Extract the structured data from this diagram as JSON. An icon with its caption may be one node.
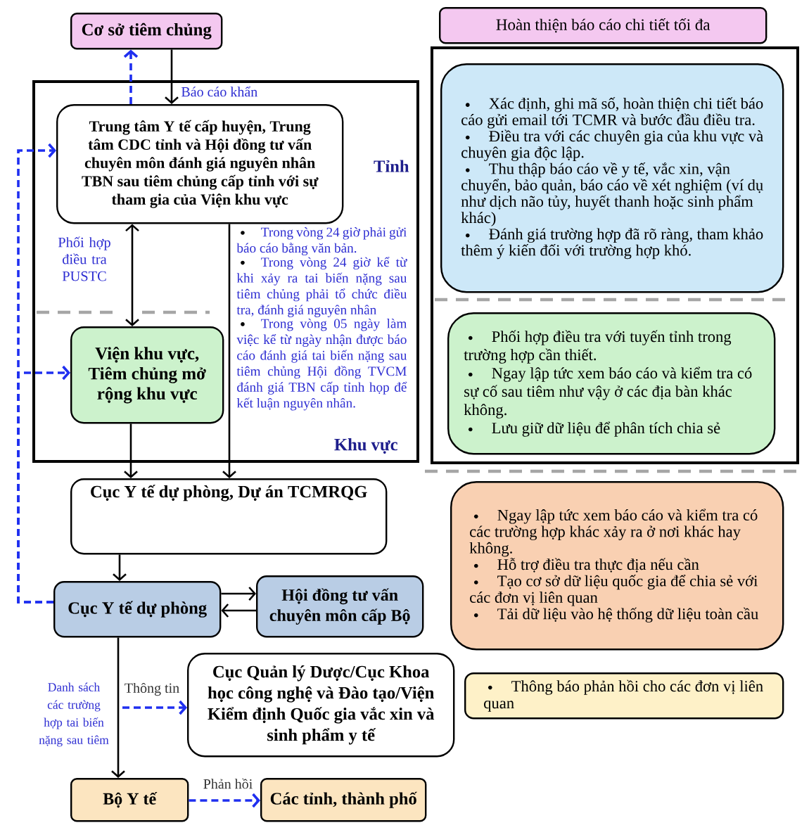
{
  "diagram": {
    "nodes": [
      {
        "text": [
          "Cơ sở tiêm chủng"
        ]
      },
      {
        "text": [
          "Tỉnh"
        ]
      },
      {
        "text": [
          "Trung tâm Y tế cấp huyện, Trung tâm CDC tỉnh và Hội đồng tư vấn chuyên môn đánh giá nguyên nhân TBN sau tiêm chủng cấp tỉnh với sự tham gia của Viện khu vực"
        ],
        "in": 1
      },
      {
        "text": [
          "Khu vực"
        ]
      },
      {
        "text": [
          "Viện khu vực, Tiêm chủng mở rộng khu vực"
        ],
        "in": 3
      },
      {
        "text": [
          "Cục Y tế dự phòng, Dự án TCMRQG"
        ]
      },
      {
        "text": [
          "Cục Y tế dự phòng"
        ]
      },
      {
        "text": [
          "Hội đồng tư vấn chuyên môn cấp Bộ"
        ]
      },
      {
        "text": [
          "Cục Quản lý Dược/Cục Khoa học công nghệ và Đào tạo/Viện Kiểm định Quốc gia vắc xin và sinh phẩm y tế"
        ]
      },
      {
        "text": [
          "Bộ Y tế"
        ]
      },
      {
        "text": [
          "Các tỉnh, thành phố"
        ]
      },
      {
        "text": [
          "Hoàn thiện báo cáo chi tiết tối đa"
        ]
      },
      {
        "text": [],
        "shape": "box"
      },
      {
        "text": [
          "Xác định, ghi mã số, hoàn thiện chi tiết báo cáo gửi email tới TCMR và bước đầu điều tra.",
          "Điều tra với các chuyên gia của khu vực và chuyên gia độc lập.",
          "Thu thập báo cáo về y tế, vắc xin, vận chuyển, bảo quản, báo cáo về xét nghiệm (ví dụ như dịch não tủy, huyết thanh hoặc sinh phẩm khác)",
          "Đánh giá trường hợp đã rõ ràng, tham khảo thêm ý kiến đối với trường hợp khó."
        ],
        "in": 12
      },
      {
        "text": [
          "Phối hợp điều tra với tuyến tỉnh trong trường hợp cần thiết.",
          "Ngay lập tức xem báo cáo và kiểm tra có sự cố sau tiêm như vậy ở các địa bàn khác không.",
          "Lưu giữ dữ liệu để phân tích chia sẻ"
        ],
        "in": 12
      },
      {
        "text": [
          "Ngay lập tức xem báo cáo và kiểm tra có các trường hợp khác xảy ra ở nơi khác hay không.",
          "Hỗ trợ điều tra thực địa nếu cần",
          "Tạo cơ sở dữ liệu quốc gia để chia sẻ với các đơn vị liên quan",
          "Tải dữ liệu vào hệ thống dữ liệu toàn cầu"
        ]
      },
      {
        "text": [
          "Thông báo phản hồi cho các đơn vị liên quan"
        ]
      }
    ],
    "edges": [
      {
        "from": 0,
        "to": 2,
        "arrow": "to",
        "label": "Báo cáo khẩn"
      },
      {
        "from": 2,
        "to": 0,
        "arrow": "to",
        "style": "dashed",
        "color": "#1f2ff0"
      },
      {
        "from": 4,
        "to": 2,
        "arrow": "both",
        "label": "Phối hợp điều tra PUSTC"
      },
      {
        "from": 2,
        "to": 5,
        "arrow": "to"
      },
      {
        "from": 4,
        "to": 5,
        "arrow": "to"
      },
      {
        "from": 5,
        "to": 6,
        "arrow": "to"
      },
      {
        "from": 6,
        "to": 7,
        "arrow": "to"
      },
      {
        "from": 7,
        "to": 6,
        "arrow": "to"
      },
      {
        "from": 6,
        "to": 9,
        "arrow": "to",
        "label": "Danh sách các trường hợp tai biến nặng sau tiêm"
      },
      {
        "from": null,
        "to": 8,
        "arrow": "to",
        "label": "Thông tin",
        "style": "dashed",
        "color": "#1f2ff0"
      },
      {
        "from": 9,
        "to": 10,
        "arrow": "to",
        "label": "Phản hồi",
        "style": "dashed",
        "color": "#1f2ff0"
      },
      {
        "from": 6,
        "to": 2,
        "arrow": "to",
        "style": "dashed",
        "color": "#1f2ff0"
      },
      {
        "from": 6,
        "to": 4,
        "arrow": "to",
        "style": "dashed",
        "color": "#1f2ff0"
      }
    ],
    "labels": [
      "Trong vòng 24 giờ phải gửi báo cáo bằng văn bản.",
      "Trong vòng 24 giờ kể từ khi xảy ra tai biến nặng sau tiêm chủng phải tổ chức điều tra, đánh giá nguyên nhân",
      "Trong vòng 05 ngày làm việc kể từ ngày nhận được báo cáo đánh giá tai biến nặng sau tiêm chủng Hội đồng TVCM đánh giá TBN cấp tỉnh họp để kết luận nguyên nhân."
    ]
  }
}
